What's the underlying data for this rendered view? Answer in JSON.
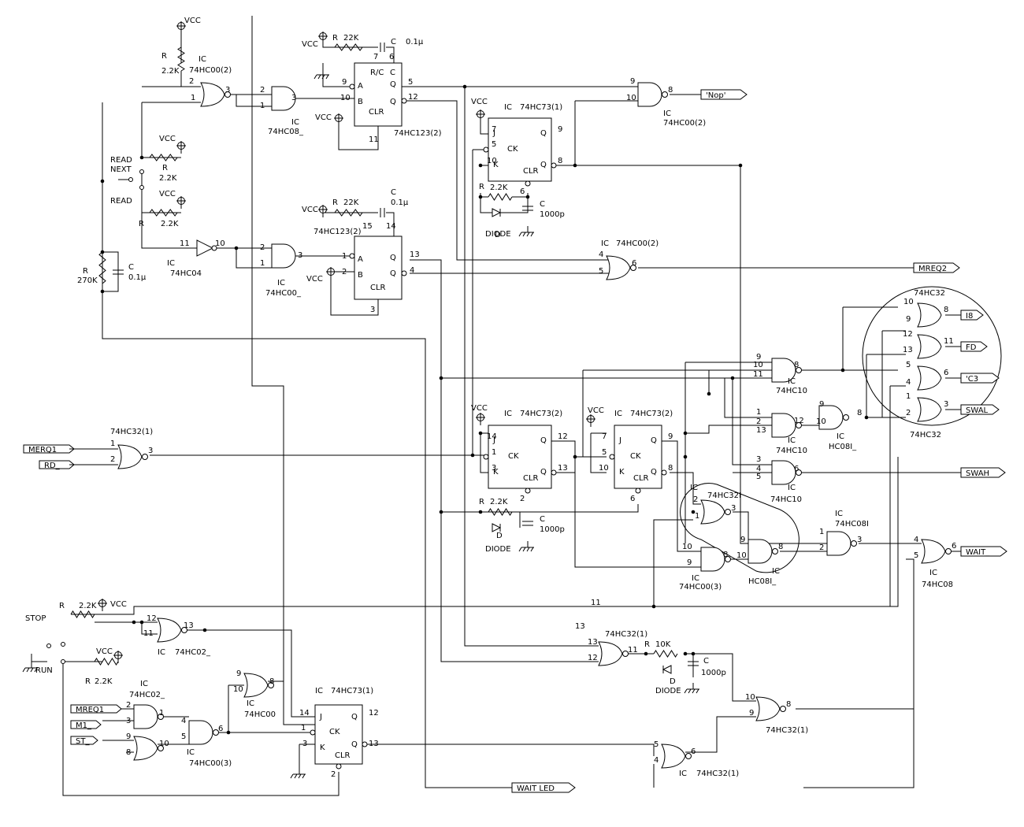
{
  "labels": {
    "vcc": "VCC",
    "r": "R",
    "c": "C",
    "d": "D",
    "ic": "IC",
    "diode": "DIODE",
    "r_2k2": "2.2K",
    "r_22k": "22K",
    "r_10k": "10K",
    "r_270k": "270K",
    "c_01u": "0.1μ",
    "c_1000p": "1000p",
    "read_next_1": "READ",
    "read_next_2": "NEXT",
    "read": "READ",
    "stop": "STOP",
    "run": "RUN",
    "p74hc00_2": "74HC00(2)",
    "p74hc08": "74HC08_",
    "p74hc123_2": "74HC123(2)",
    "p74hc73_1": "74HC73(1)",
    "p74hc73_2": "74HC73(2)",
    "p74hc04": "74HC04",
    "p74hc00": "74HC00_",
    "p74hc32_1": "74HC32(1)",
    "p74hc32": "74HC32",
    "p74hc10": "74HC10",
    "hc08i": "HC08I_",
    "p74hc00_3": "74HC00(3)",
    "p74hc08i": "74HC08I",
    "p74hc08b": "74HC08",
    "p74hc02": "74HC02_",
    "p74hc00b": "74HC00",
    "p74hc32i": "74HC32I",
    "pin_j": "J",
    "pin_k": "K",
    "pin_q": "Q",
    "pin_ck": "CK",
    "pin_clr": "CLR",
    "pin_a": "A",
    "pin_b": "B",
    "pin_rc": "R/C",
    "pin_c": "C"
  },
  "signals": {
    "nop": "'Nop'",
    "mreq2": "MREQ2",
    "i8": "I8",
    "fd": "FD",
    "c3": "'C3",
    "swal": "SWAL",
    "swah": "SWAH",
    "wait": "WAIT_",
    "wait_led": "WAIT LED",
    "merq1": "MERQ1",
    "rd": "RD_",
    "mreq1": "MREQ1",
    "m1": "M1_",
    "st": "ST_"
  },
  "pins": [
    "1",
    "2",
    "3",
    "4",
    "5",
    "6",
    "7",
    "8",
    "9",
    "10",
    "11",
    "12",
    "13",
    "14",
    "15"
  ]
}
